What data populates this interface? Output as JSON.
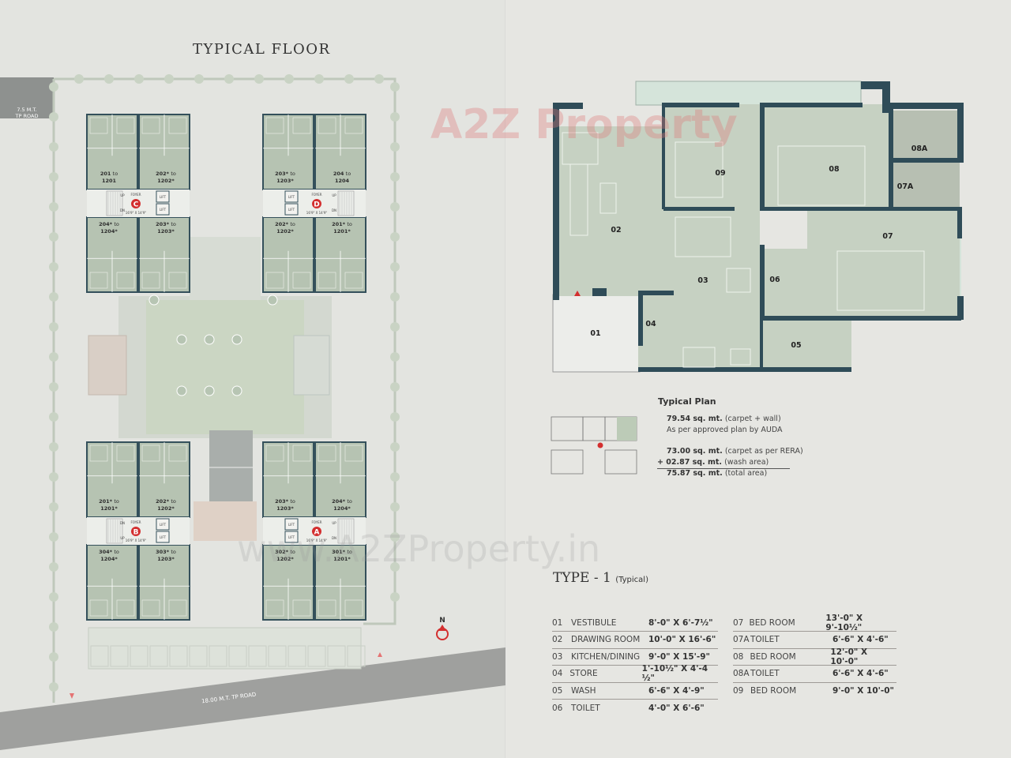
{
  "site_plan": {
    "title": "TYPICAL FLOOR",
    "top_road": {
      "line1": "7.5 M.T.",
      "line2": "TP ROAD"
    },
    "bottom_road": "18.00 M.T. TP ROAD",
    "north_label": "N",
    "core": {
      "foyer": "FOYER",
      "foyer_size": "16'9\" X 14'9\"",
      "lift": "LIFT",
      "up": "UP",
      "dn": "DN"
    },
    "connector": "to",
    "blocks": [
      {
        "letter": "C",
        "units": [
          {
            "from": "201",
            "to": "1201"
          },
          {
            "from": "202*",
            "to": "1202*"
          },
          {
            "from": "204*",
            "to": "1204*"
          },
          {
            "from": "203*",
            "to": "1203*"
          }
        ]
      },
      {
        "letter": "D",
        "units": [
          {
            "from": "203*",
            "to": "1203*"
          },
          {
            "from": "204",
            "to": "1204"
          },
          {
            "from": "202*",
            "to": "1202*"
          },
          {
            "from": "201*",
            "to": "1201*"
          }
        ]
      },
      {
        "letter": "B",
        "units": [
          {
            "from": "201*",
            "to": "1201*"
          },
          {
            "from": "202*",
            "to": "1202*"
          },
          {
            "from": "304*",
            "to": "1204*"
          },
          {
            "from": "303*",
            "to": "1203*"
          }
        ]
      },
      {
        "letter": "A",
        "units": [
          {
            "from": "203*",
            "to": "1203*"
          },
          {
            "from": "204*",
            "to": "1204*"
          },
          {
            "from": "302*",
            "to": "1202*"
          },
          {
            "from": "301*",
            "to": "1201*"
          }
        ]
      }
    ],
    "colors": {
      "unit_fill": "#b6c3b2",
      "wall": "#34505b",
      "marker": "#d32f2f",
      "lawn": "#cbd6c3",
      "road": "#9fa09e"
    }
  },
  "watermarks": {
    "logo": "A2Z Property",
    "url": "www.A2ZProperty.in"
  },
  "unit_plan": {
    "rooms": [
      "01",
      "02",
      "03",
      "04",
      "05",
      "06",
      "07",
      "07A",
      "08",
      "08A",
      "09"
    ]
  },
  "typical_plan": {
    "title": "Typical Plan",
    "line1_value": "79.54 sq. mt.",
    "line1_note": "(carpet + wall)",
    "line2": "As per approved plan by AUDA",
    "line3_value": "73.00 sq. mt.",
    "line3_note": "(carpet as per RERA)",
    "line4_value": "+ 02.87 sq. mt.",
    "line4_note": "(wash area)",
    "line5_value": "75.87 sq. mt.",
    "line5_note": "(total area)"
  },
  "type_heading": {
    "title": "TYPE - 1",
    "subtitle": "(Typical)"
  },
  "room_schedule": [
    {
      "no": "01",
      "name": "VESTIBULE",
      "size": "8'-0\" X 6'-7½\""
    },
    {
      "no": "02",
      "name": "DRAWING ROOM",
      "size": "10'-0\" X 16'-6\""
    },
    {
      "no": "03",
      "name": "KITCHEN/DINING",
      "size": "9'-0\" X 15'-9\""
    },
    {
      "no": "04",
      "name": "STORE",
      "size": "1'-10½\" X 4'-4 ½\""
    },
    {
      "no": "05",
      "name": "WASH",
      "size": "6'-6\" X 4'-9\""
    },
    {
      "no": "06",
      "name": "TOILET",
      "size": "4'-0\" X 6'-6\""
    },
    {
      "no": "07",
      "name": "BED ROOM",
      "size": "13'-0\" X 9'-10½\""
    },
    {
      "no": "07A",
      "name": "TOILET",
      "size": "6'-6\" X 4'-6\""
    },
    {
      "no": "08",
      "name": "BED ROOM",
      "size": "12'-0\" X 10'-0\""
    },
    {
      "no": "08A",
      "name": "TOILET",
      "size": "6'-6\" X 4'-6\""
    },
    {
      "no": "09",
      "name": "BED ROOM",
      "size": "9'-0\" X 10'-0\""
    }
  ]
}
